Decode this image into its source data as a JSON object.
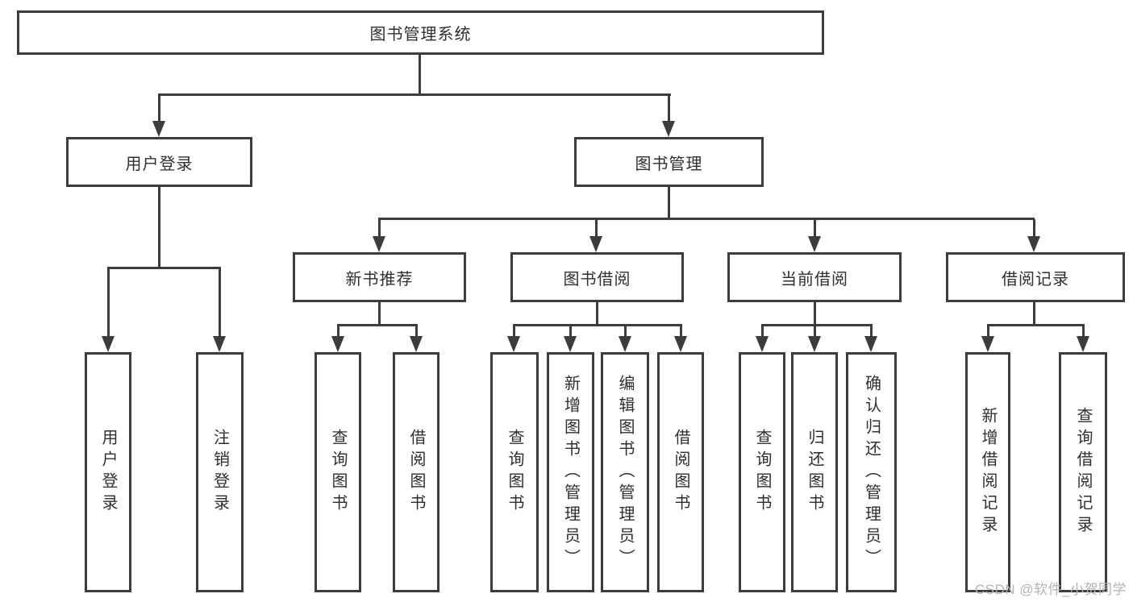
{
  "colors": {
    "line": "#3c3c3c",
    "text": "#2f2f2f",
    "background": "#ffffff",
    "watermark_text": "#b3b3b3"
  },
  "watermark": "CSDN @软件_小贺同学",
  "tree": {
    "label": "图书管理系统",
    "children": [
      {
        "label": "用户登录",
        "children": [
          {
            "label": "用户登录"
          },
          {
            "label": "注销登录"
          }
        ]
      },
      {
        "label": "图书管理",
        "children": [
          {
            "label": "新书推荐",
            "children": [
              {
                "label": "查询图书"
              },
              {
                "label": "借阅图书"
              }
            ]
          },
          {
            "label": "图书借阅",
            "children": [
              {
                "label": "查询图书"
              },
              {
                "label": "新增图书（管理员）"
              },
              {
                "label": "编辑图书（管理员）"
              },
              {
                "label": "借阅图书"
              }
            ]
          },
          {
            "label": "当前借阅",
            "children": [
              {
                "label": "查询图书"
              },
              {
                "label": "归还图书"
              },
              {
                "label": "确认归还（管理员）"
              }
            ]
          },
          {
            "label": "借阅记录",
            "children": [
              {
                "label": "新增借阅记录"
              },
              {
                "label": "查询借阅记录"
              }
            ]
          }
        ]
      }
    ]
  }
}
